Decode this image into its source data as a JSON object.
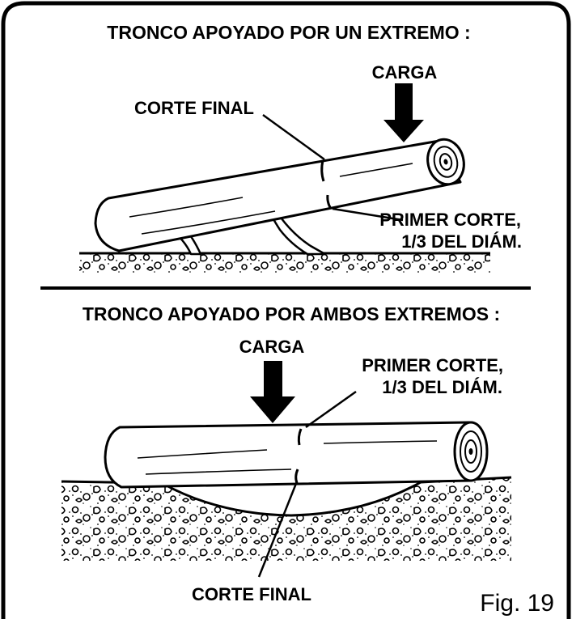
{
  "top_panel": {
    "title": "TRONCO APOYADO POR UN EXTREMO :",
    "load_label": "CARGA",
    "final_cut_label": "CORTE FINAL",
    "first_cut_line1": "PRIMER CORTE,",
    "first_cut_line2": "1/3 DEL DIÁM."
  },
  "bottom_panel": {
    "title": "TRONCO APOYADO POR AMBOS EXTREMOS :",
    "load_label": "CARGA",
    "first_cut_line1": "PRIMER CORTE,",
    "first_cut_line2": "1/3 DEL DIÁM.",
    "final_cut_label": "CORTE FINAL"
  },
  "figure_number": "Fig. 19"
}
